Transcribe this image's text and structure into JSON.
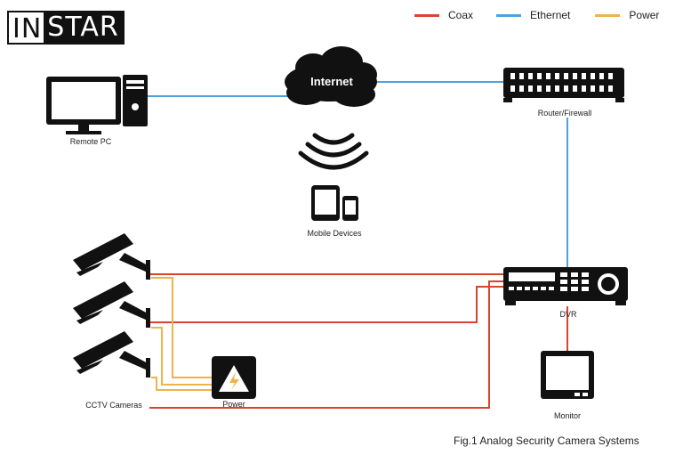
{
  "logo": {
    "part1": "IN",
    "part2": "STAR"
  },
  "legend": [
    {
      "label": "Coax",
      "color": "#d9442f"
    },
    {
      "label": "Ethernet",
      "color": "#4aa3df"
    },
    {
      "label": "Power",
      "color": "#f0b24a"
    }
  ],
  "nodes": {
    "internet": "Internet",
    "remote_pc": "Remote PC",
    "router": "Router/Firewall",
    "mobile": "Mobile Devices",
    "dvr": "DVR",
    "monitor": "Monitor",
    "cameras": "CCTV Cameras",
    "power": "Power"
  },
  "caption": "Fig.1 Analog Security Camera Systems"
}
